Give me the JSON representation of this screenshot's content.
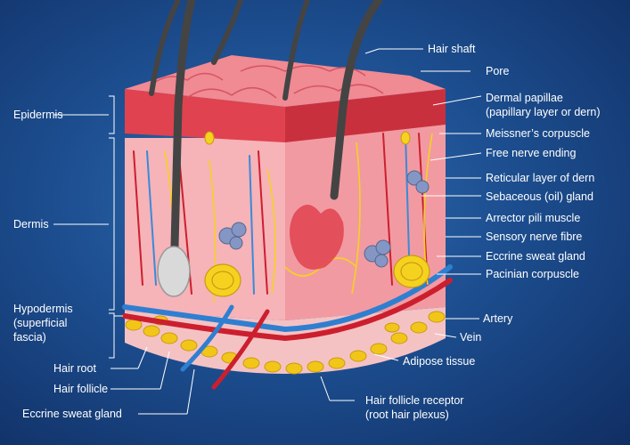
{
  "labels": {
    "left": {
      "epidermis": "Epidermis",
      "dermis": "Dermis",
      "hypodermis_1": "Hypodermis",
      "hypodermis_2": "(superficial",
      "hypodermis_3": "fascia)",
      "hair_root": "Hair root",
      "hair_follicle": "Hair follicle",
      "eccrine_sweat_gland": "Eccrine sweat gland"
    },
    "right": {
      "hair_shaft": "Hair shaft",
      "pore": "Pore",
      "dermal_papillae_1": "Dermal papillae",
      "dermal_papillae_2": "(papillary layer or dern)",
      "meissners_corpuscle": "Meissner’s corpuscle",
      "free_nerve_ending": "Free nerve ending",
      "reticular_layer": "Reticular layer of dern",
      "sebaceous_gland": "Sebaceous (oil) gland",
      "arrector_pili": "Arrector pili muscle",
      "sensory_nerve": "Sensory nerve fibre",
      "eccrine_sweat_gland": "Eccrine sweat gland",
      "pacinian_corpuscle": "Pacinian corpuscle",
      "artery": "Artery",
      "vein": "Vein",
      "adipose_tissue": "Adipose tissue",
      "hair_follicle_receptor_1": "Hair follicle receptor",
      "hair_follicle_receptor_2": "(root hair plexus)"
    }
  },
  "colors": {
    "epidermis": "#e0424f",
    "dermis": "#f4a6ad",
    "hypodermis": "#f2b8bc",
    "artery": "#cc1f2e",
    "vein": "#2f7fd1",
    "nerve": "#f5d21f",
    "fat": "#f2c619",
    "hair": "#3a3a3a",
    "gland": "#7a8fbf"
  }
}
